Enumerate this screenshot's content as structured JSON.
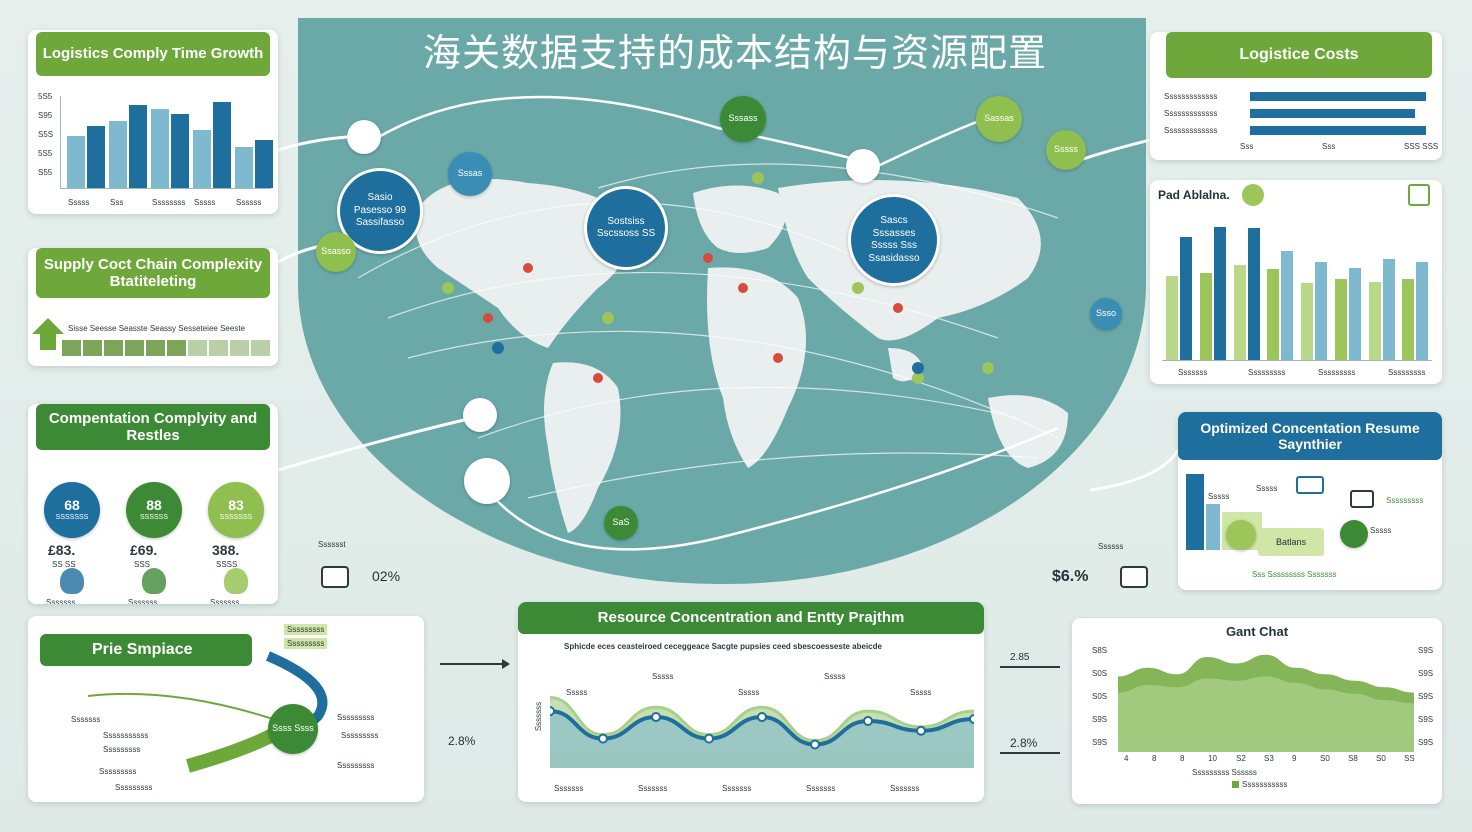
{
  "title": "海关数据支持的成本结构与资源配置",
  "colors": {
    "green": "#6ea83a",
    "dark_green": "#3d8a36",
    "blue": "#1e6e9e",
    "light_blue": "#7fb9cf",
    "teal_map": "#6aa9a8"
  },
  "map": {
    "bubbles": [
      {
        "lines": [
          "Sasio",
          "Pasesso  99",
          "Sassifasso"
        ]
      },
      {
        "lines": [
          "Sostsiss",
          "Sscssoss  SS"
        ]
      },
      {
        "lines": [
          "Sascs",
          "Sssasses",
          "Sssss  Sss",
          "Ssasidasso"
        ]
      }
    ],
    "small_tags": [
      "Sssass",
      "Sassas",
      "Sssss",
      "Sssas",
      "Ssasso",
      "Ssso",
      "SaS"
    ]
  },
  "panel_logistics_time": {
    "title": "Logistics Comply Time Growth",
    "yticks": [
      "5S5",
      "S95",
      "S5S",
      "5S5",
      "S55"
    ],
    "xlabels": [
      "Sssss",
      "Sss",
      "Ssssssss",
      "Sssss",
      "Ssssss"
    ],
    "chart_data": {
      "type": "bar",
      "categories": [
        "Sssss",
        "Sss",
        "Ssssssss",
        "Sssss",
        "Ssssss"
      ],
      "series": [
        {
          "values": [
            60,
            78,
            92,
            68,
            48
          ]
        },
        {
          "values": [
            72,
            96,
            86,
            100,
            56
          ]
        }
      ]
    }
  },
  "panel_supply": {
    "title": "Supply Coct Chain Complexity Btatiteleting",
    "legend_text": "Sisse Seesse Seasste Seassy Sesseteiee Seeste",
    "scale_cells": 10
  },
  "panel_compensation": {
    "title": "Compentation Complyity and Restles",
    "items": [
      {
        "value": "68",
        "label": "SSSSSSS",
        "price": "£83.",
        "sub": "SS SS"
      },
      {
        "value": "88",
        "label": "SSSSSS",
        "price": "£69.",
        "sub": "SSS"
      },
      {
        "value": "83",
        "label": "SSSSSSS",
        "price": "388.",
        "sub": "SSSS"
      }
    ],
    "footer": [
      "Sssssss",
      "Sssssss",
      "Sssssss"
    ]
  },
  "mid_left": {
    "label": "Sssssst",
    "value": "02%"
  },
  "mid_right": {
    "label": "Ssssss",
    "value": "$6.%"
  },
  "panel_logistics_costs": {
    "title": "Logistice Costs",
    "rows": [
      "Sssssssssssss",
      "Sssssssssssss",
      "Sssssssssssss"
    ],
    "ticks": [
      "Sss",
      "Sss",
      "SSS SSS"
    ],
    "chart_data": {
      "type": "bar",
      "categories": [
        "Sssssssssssss",
        "Sssssssssssss",
        "Sssssssssssss"
      ],
      "values": [
        1.0,
        0.94,
        1.0
      ]
    }
  },
  "panel_pad": {
    "title": "Pad Ablalna.",
    "xlabels": [
      "Sssssss",
      "Sssssssss",
      "Sssssssss",
      "Sssssssss"
    ],
    "chart_data": {
      "type": "bar",
      "series": [
        {
          "values": [
            60,
            62,
            68,
            65,
            55,
            58,
            56,
            58
          ]
        },
        {
          "values": [
            88,
            95,
            94,
            78,
            70,
            66,
            72,
            70
          ]
        }
      ]
    }
  },
  "panel_optimized": {
    "title": "Optimized Concentation Resume Saynthier",
    "labels": [
      "Sssss",
      "Sssss",
      "Batlans",
      "Sssss",
      "Sssssssss"
    ],
    "footer": "Sss Sssssssss Sssssss"
  },
  "panel_price": {
    "title": "Prie Smpiace",
    "tags": [
      "Sssssssss",
      "Sssssssss",
      "Sssssss",
      "Sssssssssss",
      "Sssssssss",
      "Sssssssss",
      "Sssssssss",
      "Sssssssss",
      "Sssssssss",
      "Sssssssss"
    ],
    "center_label": "Ssss Ssss"
  },
  "panel_resource": {
    "title": "Resource Concentration and Entty Prajthm",
    "subtitle": "Sphicde eces ceasteiroed ceceggeace Sacgte pupsies ceed sbescoesseste abeicde",
    "y_label": "Sssssss",
    "peak_labels": [
      "Sssss",
      "Sssss",
      "Sssss",
      "Sssss",
      "Sssss"
    ],
    "xlabels": [
      "Sssssss",
      "Sssssss",
      "Sssssss",
      "Sssssss",
      "Sssssss"
    ],
    "chart_data": {
      "type": "area",
      "series": [
        {
          "values": [
            0.72,
            0.34,
            0.62,
            0.34,
            0.62,
            0.28,
            0.58,
            0.42,
            0.58
          ]
        },
        {
          "values": [
            0.58,
            0.3,
            0.52,
            0.3,
            0.52,
            0.24,
            0.48,
            0.38,
            0.5
          ]
        }
      ]
    }
  },
  "left_arrow_value": "2.8%",
  "right_arrows": [
    "2.85",
    "2.8%"
  ],
  "panel_gantt": {
    "title": "Gant Chat",
    "yleft": [
      "S8S",
      "S0S",
      "S0S",
      "S9S",
      "S9S"
    ],
    "yright": [
      "S9S",
      "S9S",
      "S9S",
      "S9S",
      "S9S"
    ],
    "xlabels": [
      "4",
      "8",
      "8",
      "10",
      "S2",
      "S3",
      "9",
      "S0",
      "S8",
      "S0",
      "SS"
    ],
    "legend": [
      "Sssssssss Ssssss",
      "Sssssssssss"
    ],
    "chart_data": {
      "type": "area",
      "series": [
        {
          "values": [
            0.7,
            0.78,
            0.72,
            0.88,
            0.82,
            0.9,
            0.78,
            0.72,
            0.66,
            0.6,
            0.55
          ]
        },
        {
          "values": [
            0.55,
            0.62,
            0.6,
            0.68,
            0.66,
            0.7,
            0.64,
            0.58,
            0.54,
            0.48,
            0.45
          ]
        }
      ]
    }
  }
}
